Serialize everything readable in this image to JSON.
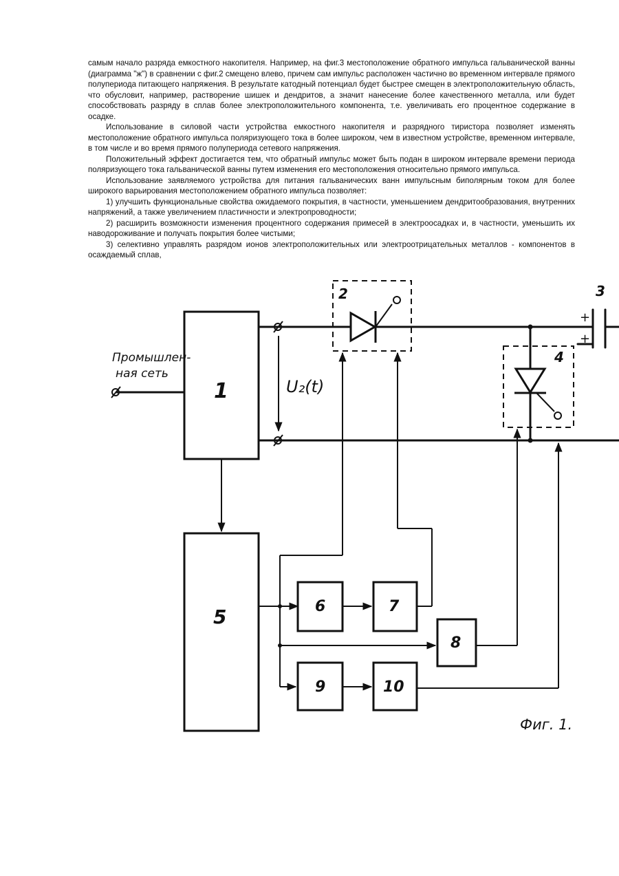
{
  "paragraphs": [
    "самым начало разряда емкостного накопителя. Например, на фиг.3 местоположение обратного импульса гальванической ванны (диаграмма \"ж\") в сравнении с фиг.2 смещено влево, причем сам импульс расположен частично во временном интервале прямого полупериода питающего напряжения. В результате катодный потенциал будет быстрее смещен в электроположительную область, что обусловит, например, растворение шишек и дендритов, а значит нанесение более качественного металла, или будет способствовать разряду в сплав более электроположительного компонента, т.е. увеличивать его процентное содержание в осадке.",
    "Использование в силовой части устройства емкостного накопителя и разрядного тиристора позволяет изменять местоположение обратного импульса поляризующего тока в более широком, чем в известном устройстве, временном интервале, в том числе и во время прямого полупериода сетевого напряжения.",
    "Положительный эффект достигается тем, что обратный импульс может быть подан в широком интервале времени периода поляризующего тока гальванической ванны путем изменения его местоположения относительно прямого импульса.",
    "Использование заявляемого устройства для питания гальванических ванн импульсным биполярным током для более широкого варьирования местоположением обратного импульса позволяет:",
    "1) улучшить функциональные свойства ожидаемого покрытия, в частности, уменьшением дендритообразования, внутренних напряжений, а также увеличением пластичности и электропроводности;",
    "2) расширить возможности изменения процентного содержания примесей в электроосадках и, в частности, уменьшить их наводороживание и получать покрытия более чистыми;",
    "3) селективно управлять разрядом ионов электроположительных или электроотрицательных металлов - компонентов в осаждаемый сплав,"
  ],
  "figure": {
    "mains_label_line1": "Промышлен-",
    "mains_label_line2": "ная сеть",
    "voltage_label": "U₂(t)",
    "plus_top": "+",
    "plus_bottom": "+",
    "blocks": {
      "b1": "1",
      "b2": "2",
      "b3": "3",
      "b4": "4",
      "b5": "5",
      "b6": "6",
      "b7": "7",
      "b8": "8",
      "b9": "9",
      "b10": "10"
    },
    "caption": "Фиг. 1."
  }
}
